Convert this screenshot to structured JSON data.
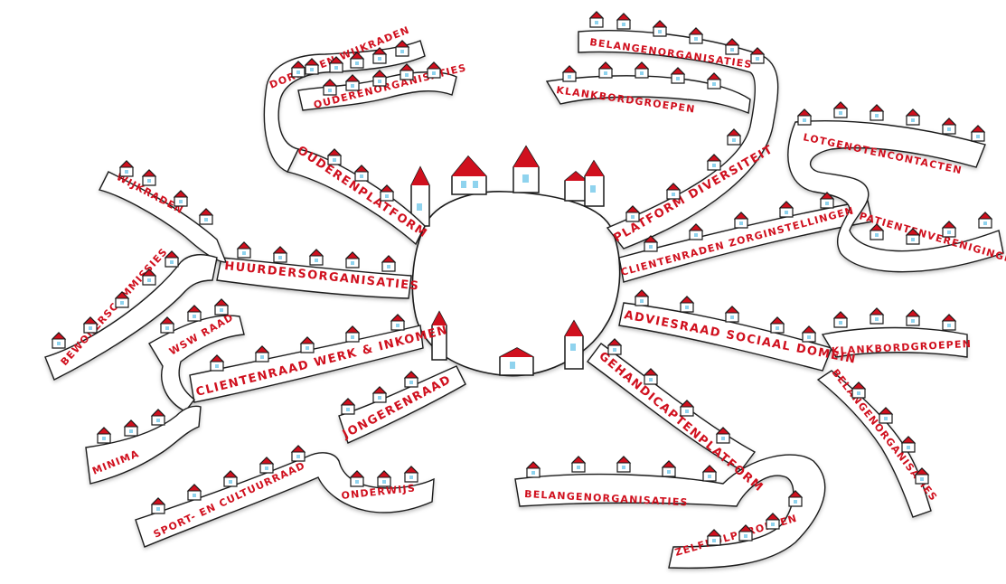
{
  "colors": {
    "ink": "#1a1a1a",
    "accent": "#d0101e",
    "window": "#8fd3ee",
    "paper": "#ffffff"
  },
  "center": {
    "icon": "village-houses-icon"
  },
  "labels": {
    "ouderenplatform": "ouderenplatform",
    "dorps_wijkraden": "dorps- en wijkraden",
    "ouderenorganisaties": "ouderenorganisaties",
    "belangenorg_top": "belangenorganisaties",
    "klankbord_top": "klankbordgroepen",
    "platform_diversiteit": "platform diversiteit",
    "lotgenotencontacten": "lotgenotencontacten",
    "clientenraden_zorg": "clientenraden zorginstellingen",
    "patientenverenigingen": "patientenverenigingen",
    "wijkraden": "wijkraden",
    "huurdersorganisaties": "huurdersorganisaties",
    "bewonerscommissies": "bewonerscommissies",
    "wsw_raad": "wsw raad",
    "clientenraad_werk": "clientenraad werk & inkomen",
    "minima": "minima",
    "jongerenraad": "jongerenraad",
    "onderwijs": "onderwijs",
    "sport_cultuur": "sport- en cultuurraad",
    "adviesraad": "adviesraad sociaal domein",
    "klankbord_right": "klankbordgroepen",
    "belangenorg_right": "belangenorganisaties",
    "gehandicapten": "gehandicaptenplatform",
    "belangenorg_bottom": "belangenorganisaties",
    "zelfhulpgroepen": "zelfhulpgroepen"
  }
}
